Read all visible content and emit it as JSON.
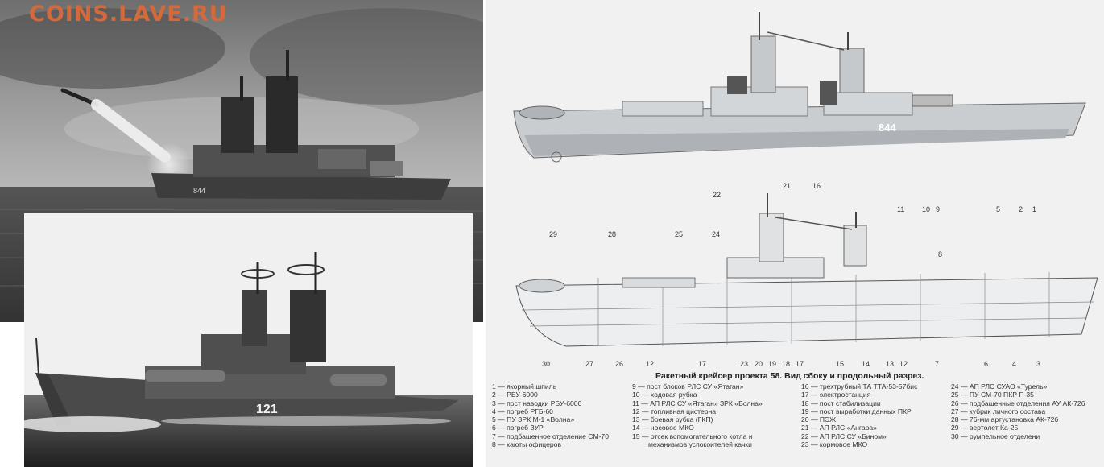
{
  "watermark": "COINS.LAVE.RU",
  "photos": {
    "top_hull_number": "844",
    "bottom_hull_number": "121"
  },
  "drawing": {
    "side_view_hull_number": "844",
    "caption": "Ракетный крейсер проекта 58. Вид сбоку и продольный разрез.",
    "top_callouts": [
      "22",
      "21",
      "16",
      "11",
      "10",
      "9",
      "5",
      "2",
      "1",
      "29",
      "28",
      "25",
      "24",
      "8"
    ],
    "bottom_callouts": [
      "30",
      "27",
      "26",
      "12",
      "17",
      "23",
      "20",
      "19",
      "18",
      "17",
      "15",
      "14",
      "13",
      "12",
      "7",
      "6",
      "4",
      "3"
    ],
    "legend": {
      "col1": [
        "1 — якорный шпиль",
        "2 — РБУ-6000",
        "3 — пост наводки РБУ-6000",
        "4 — погреб РГБ-60",
        "5 — ПУ ЗРК М-1 «Волна»",
        "6 — погреб ЗУР",
        "7 — подбашенное отделение СМ-70",
        "8 — каюты офицеров"
      ],
      "col2": [
        "9 — пост блоков РЛС СУ «Ятаган»",
        "10 — ходовая рубка",
        "11 — АП РЛС СУ «Ятаган» ЗРК «Волна»",
        "12 — топливная цистерна",
        "13 — боевая рубка (ГКП)",
        "14 — носовое МКО",
        "15 — отсек вспомогательного котла и",
        "механизмов успокоителей качки"
      ],
      "col3": [
        "16 — трехтрубный ТА ТТА-53-57бис",
        "17 — электростанция",
        "18 — пост стабилизации",
        "19 — пост выработки данных ПКР",
        "20 — ПЭЖ",
        "21 — АП РЛС «Ангара»",
        "22 — АП РЛС СУ «Бином»",
        "23 — кормовое МКО"
      ],
      "col4": [
        "24 — АП РЛС СУАО «Турель»",
        "25 — ПУ СМ-70 ПКР П-35",
        "26 — подбашенные отделения АУ АК-726",
        "27 — кубрик личного состава",
        "28 — 76-мм артустановка АК-726",
        "29 — вертолет Ка-25",
        "30 — румпельное отделени"
      ]
    }
  }
}
